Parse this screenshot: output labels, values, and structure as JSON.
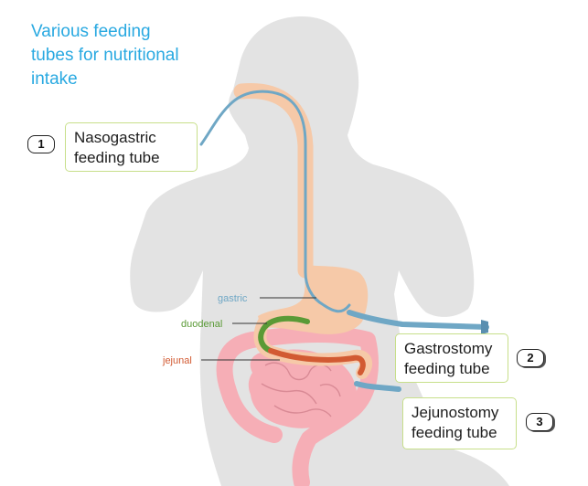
{
  "title": "Various feeding\ntubes for nutritional\nintake",
  "colors": {
    "body_silhouette": "#e3e3e3",
    "digestive_tract": "#f6c9a8",
    "intestines": "#f6aeb6",
    "gastric_tube": "#6fa7c5",
    "duodenal_tube": "#5a9a36",
    "jejunal_tube": "#d25a32",
    "callout_border": "#c7df8a",
    "title": "#29a9e1"
  },
  "segment_labels": {
    "gastric": "gastric",
    "duodenal": "duodenal",
    "jejunal": "jejunal"
  },
  "callouts": [
    {
      "number": "1",
      "label": "Nasogastric\nfeeding tube"
    },
    {
      "number": "2",
      "label": "Gastrostomy\nfeeding tube"
    },
    {
      "number": "3",
      "label": "Jejunostomy\nfeeding tube"
    }
  ]
}
